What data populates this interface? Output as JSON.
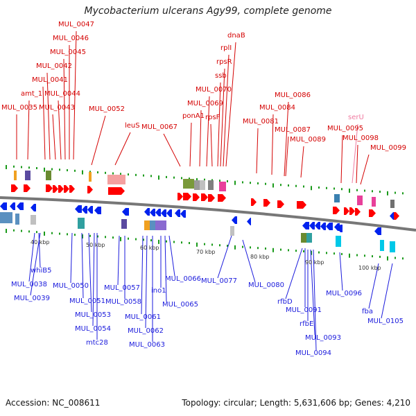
{
  "title": "Mycobacterium ulcerans Agy99, complete genome",
  "footer": {
    "accession": "Accession: NC_008611",
    "summary": "Topology: circular; Length: 5,631,606 bp; Genes: 4,210"
  },
  "colors": {
    "forward_label": "#d40000",
    "reverse_label": "#1a1adc",
    "rna_label": "#f07aa0",
    "forward_arrow": "#ff0000",
    "reverse_arrow": "#0022ee",
    "backbone": "#777777",
    "tick": "#1a9a1a"
  },
  "scale_labels": [
    "40 kbp",
    "50 kbp",
    "60 kbp",
    "70 kbp",
    "80 kbp",
    "90 kbp",
    "100 kbp"
  ],
  "forward_labels": [
    "MUL_0035",
    "amt_1",
    "MUL_0041",
    "MUL_0042",
    "MUL_0043",
    "MUL_0044",
    "MUL_0045",
    "MUL_0046",
    "MUL_0047",
    "MUL_0052",
    "leuS",
    "MUL_0067",
    "ponA1",
    "MUL_0069",
    "MUL_0070",
    "rpsF",
    "ssb",
    "rpsR",
    "rplI",
    "dnaB",
    "MUL_0081",
    "MUL_0084",
    "MUL_0086",
    "MUL_0087",
    "MUL_0089",
    "MUL_0095",
    "serU",
    "MUL_0098",
    "MUL_0099"
  ],
  "reverse_labels": [
    "whiB5",
    "MUL_0038",
    "MUL_0039",
    "MUL_0050",
    "MUL_0051",
    "MUL_0053",
    "MUL_0054",
    "mtc28",
    "MUL_0057",
    "MUL_0058",
    "MUL_0061",
    "MUL_0062",
    "MUL_0063",
    "ino1",
    "MUL_0065",
    "MUL_0066",
    "MUL_0077",
    "MUL_0080",
    "rfbD",
    "MUL_0091",
    "rfbE",
    "MUL_0093",
    "MUL_0094",
    "MUL_0096",
    "fba",
    "MUL_0105"
  ]
}
